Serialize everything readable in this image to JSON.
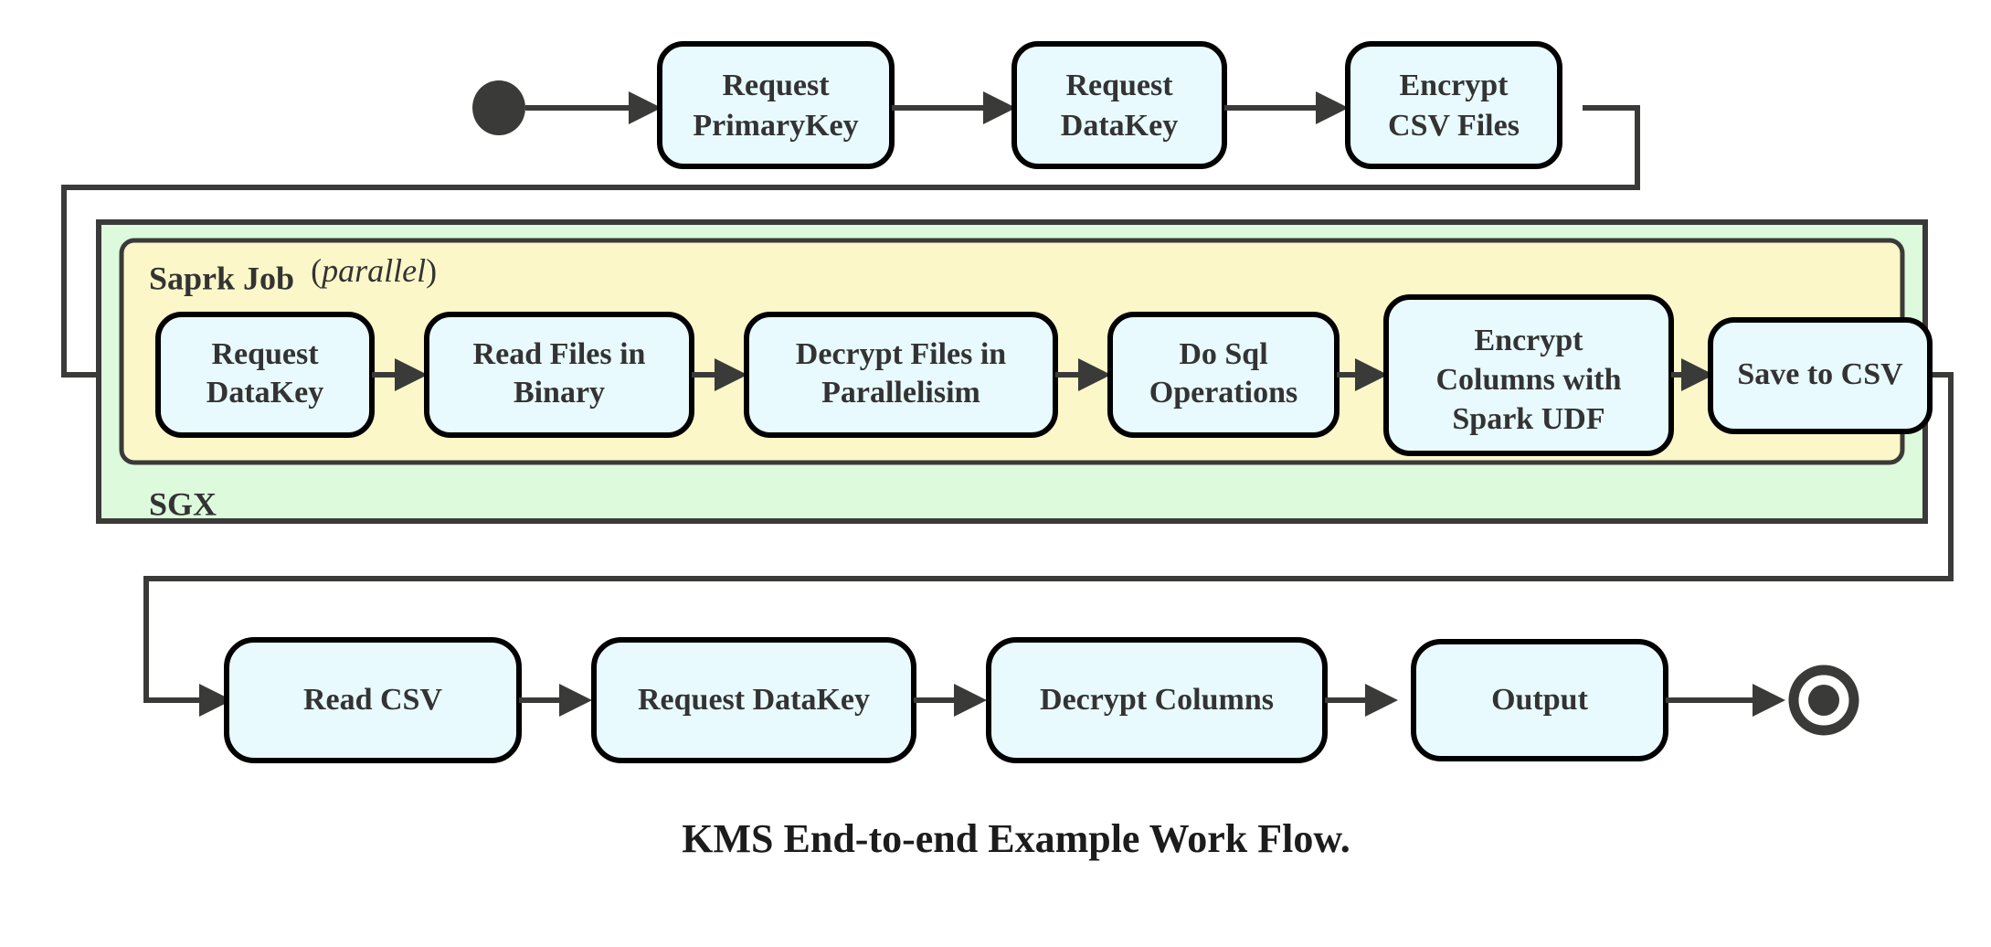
{
  "diagram": {
    "caption": "KMS End-to-end Example Work Flow.",
    "colors": {
      "node_fill": "#e8fafd",
      "node_stroke": "#000000",
      "sgx_fill": "#ddfadd",
      "spark_fill": "#fcf7c8",
      "edge": "#3a3a38",
      "text": "#333333",
      "background": "#ffffff"
    },
    "containers": {
      "sgx": {
        "label": "SGX",
        "label_position": "bottom-left"
      },
      "spark": {
        "label_bold": "Saprk Job",
        "label_paren_open": "(",
        "label_italic": "parallel",
        "label_paren_close": ")",
        "label_position": "top-left"
      }
    },
    "markers": {
      "start": "initial-node",
      "end": "final-node"
    },
    "rows": {
      "top": {
        "nodes": [
          {
            "id": "request-primarykey",
            "lines": [
              "Request",
              "PrimaryKey"
            ]
          },
          {
            "id": "request-datakey-top",
            "lines": [
              "Request",
              "DataKey"
            ]
          },
          {
            "id": "encrypt-csv-files",
            "lines": [
              "Encrypt",
              "CSV Files"
            ]
          }
        ]
      },
      "spark": {
        "nodes": [
          {
            "id": "request-datakey-spark",
            "lines": [
              "Request",
              "DataKey"
            ]
          },
          {
            "id": "read-files-in-binary",
            "lines": [
              "Read Files in",
              "Binary"
            ]
          },
          {
            "id": "decrypt-files-in-parallelisim",
            "lines": [
              "Decrypt Files in",
              "Parallelisim"
            ]
          },
          {
            "id": "do-sql-operations",
            "lines": [
              "Do Sql",
              "Operations"
            ]
          },
          {
            "id": "encrypt-columns-with-spark-udf",
            "lines": [
              "Encrypt",
              "Columns with",
              "Spark UDF"
            ]
          },
          {
            "id": "save-to-csv",
            "lines": [
              "Save to CSV"
            ]
          }
        ]
      },
      "bottom": {
        "nodes": [
          {
            "id": "read-csv",
            "lines": [
              "Read CSV"
            ]
          },
          {
            "id": "request-datakey-bottom",
            "lines": [
              "Request DataKey"
            ]
          },
          {
            "id": "decrypt-columns",
            "lines": [
              "Decrypt Columns"
            ]
          },
          {
            "id": "output",
            "lines": [
              "Output"
            ]
          }
        ]
      }
    },
    "flow_order": [
      "start",
      "request-primarykey",
      "request-datakey-top",
      "encrypt-csv-files",
      "request-datakey-spark",
      "read-files-in-binary",
      "decrypt-files-in-parallelisim",
      "do-sql-operations",
      "encrypt-columns-with-spark-udf",
      "save-to-csv",
      "read-csv",
      "request-datakey-bottom",
      "decrypt-columns",
      "output",
      "end"
    ]
  }
}
